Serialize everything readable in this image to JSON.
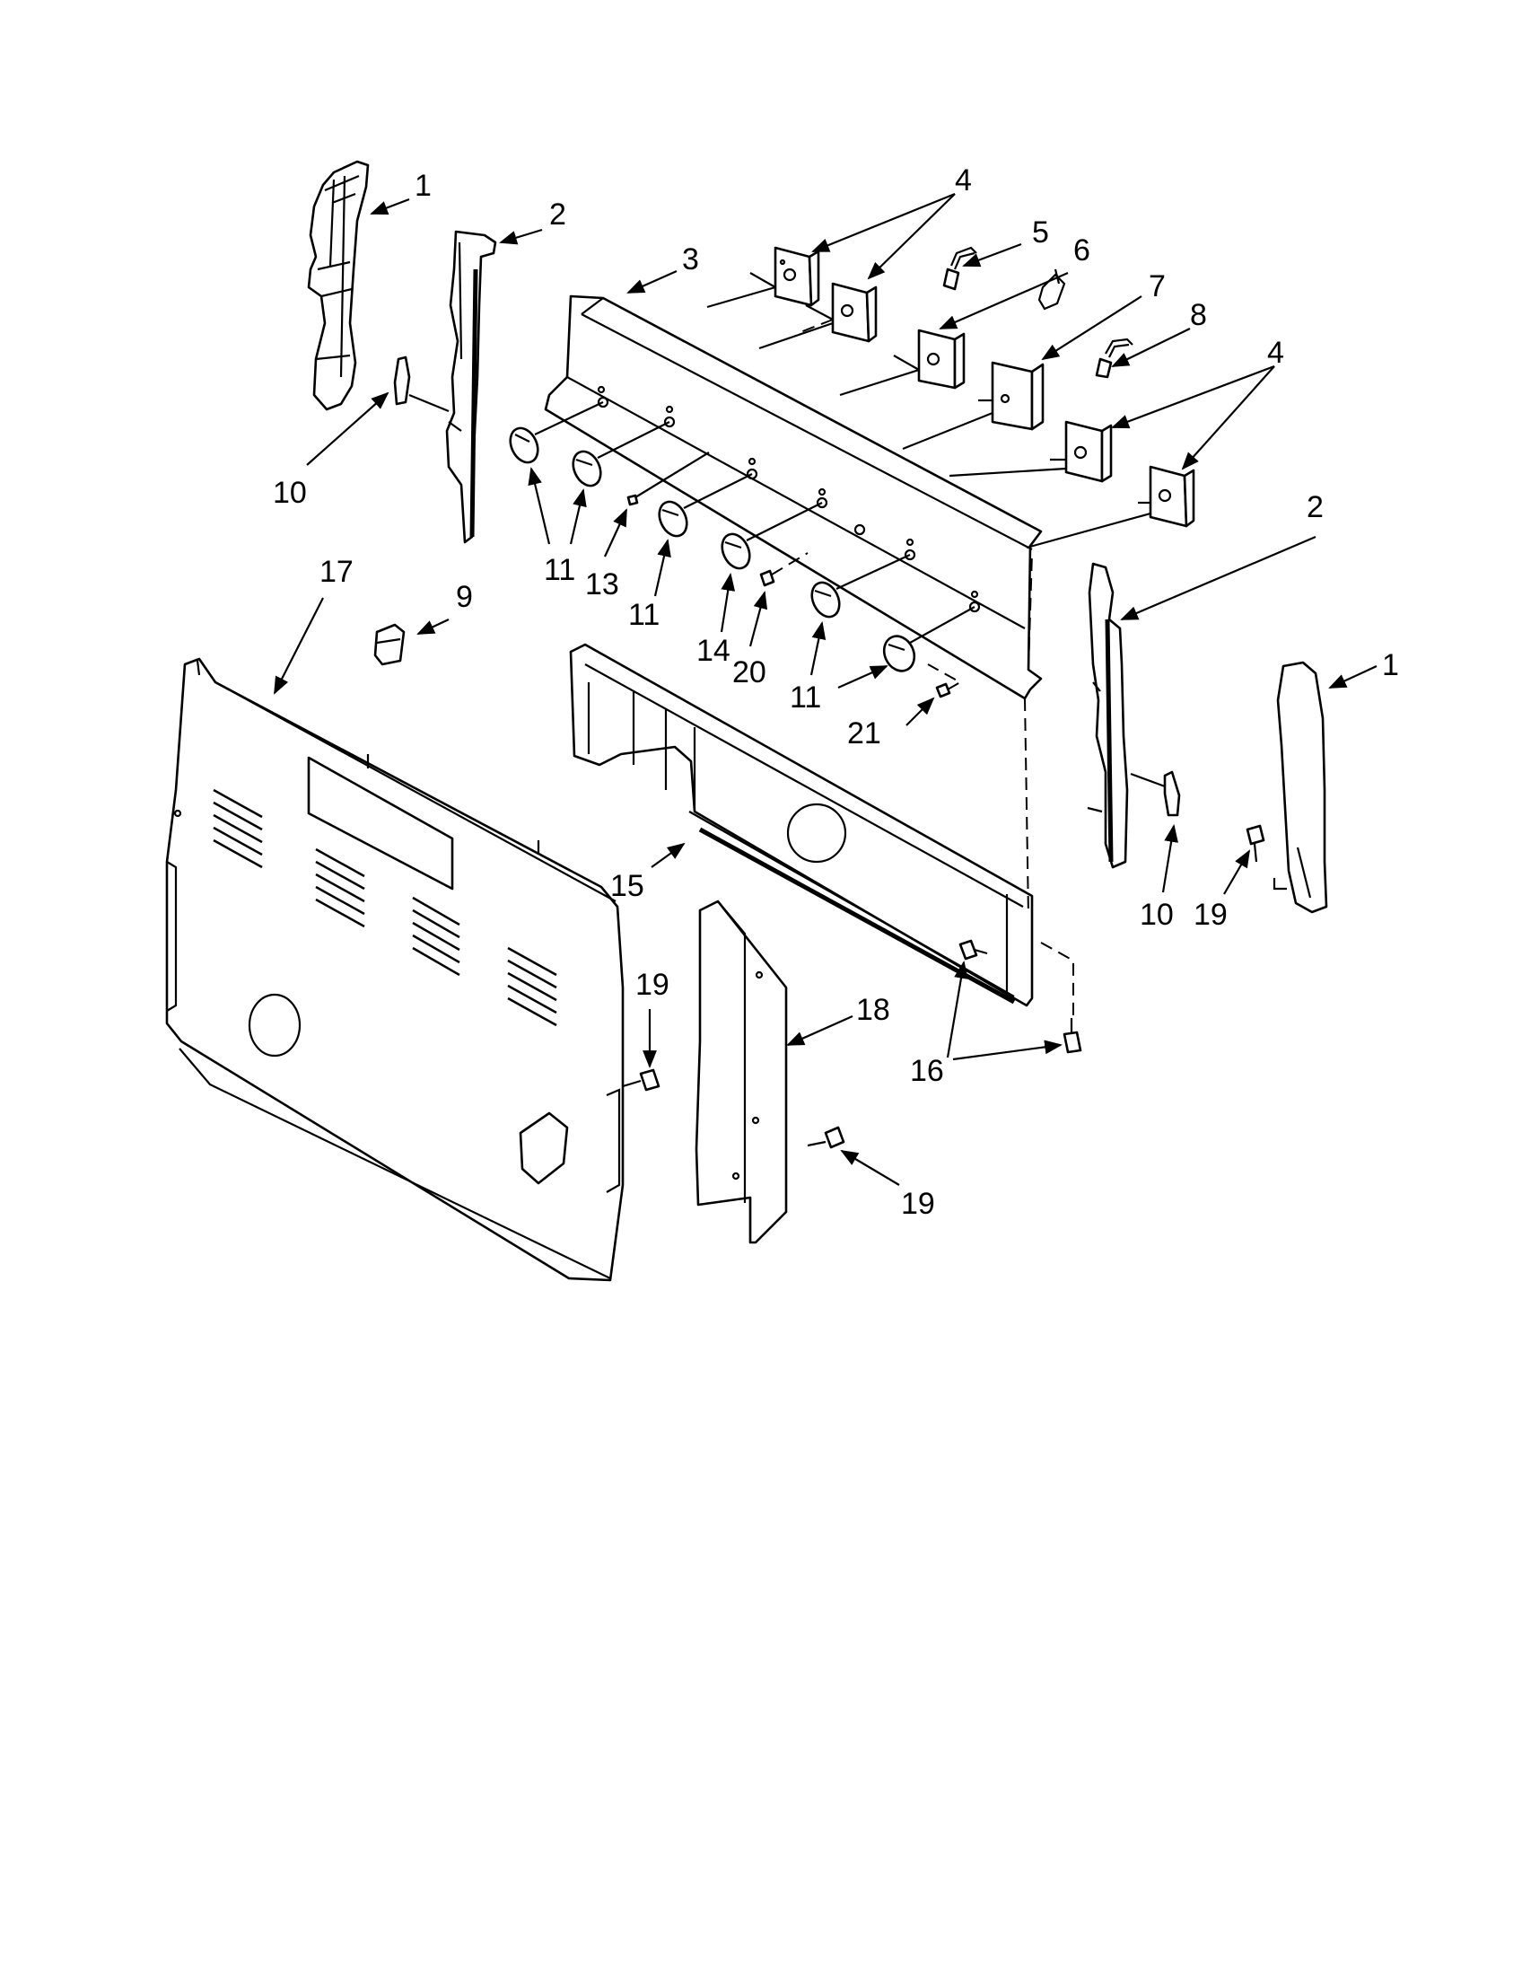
{
  "diagram": {
    "part_labels": [
      {
        "id": "label-1-top-left",
        "text": "1"
      },
      {
        "id": "label-2-top-left",
        "text": "2"
      },
      {
        "id": "label-3",
        "text": "3"
      },
      {
        "id": "label-4-top",
        "text": "4"
      },
      {
        "id": "label-5",
        "text": "5"
      },
      {
        "id": "label-6",
        "text": "6"
      },
      {
        "id": "label-7",
        "text": "7"
      },
      {
        "id": "label-8",
        "text": "8"
      },
      {
        "id": "label-4-right",
        "text": "4"
      },
      {
        "id": "label-10-left",
        "text": "10"
      },
      {
        "id": "label-2-right",
        "text": "2"
      },
      {
        "id": "label-17",
        "text": "17"
      },
      {
        "id": "label-9",
        "text": "9"
      },
      {
        "id": "label-11-a",
        "text": "11"
      },
      {
        "id": "label-13",
        "text": "13"
      },
      {
        "id": "label-11-b",
        "text": "11"
      },
      {
        "id": "label-14",
        "text": "14"
      },
      {
        "id": "label-20",
        "text": "20"
      },
      {
        "id": "label-11-c",
        "text": "11"
      },
      {
        "id": "label-21",
        "text": "21"
      },
      {
        "id": "label-1-right",
        "text": "1"
      },
      {
        "id": "label-15",
        "text": "15"
      },
      {
        "id": "label-10-right",
        "text": "10"
      },
      {
        "id": "label-19-right",
        "text": "19"
      },
      {
        "id": "label-19-mid",
        "text": "19"
      },
      {
        "id": "label-18",
        "text": "18"
      },
      {
        "id": "label-16",
        "text": "16"
      },
      {
        "id": "label-19-bottom",
        "text": "19"
      }
    ]
  }
}
